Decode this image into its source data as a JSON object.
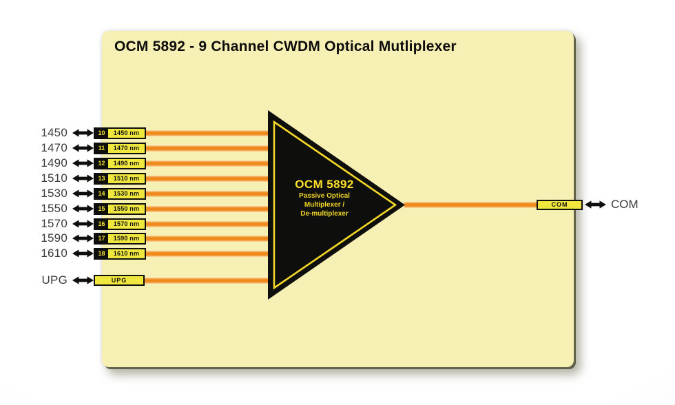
{
  "title": "OCM 5892 - 9 Channel CWDM Optical Mutliplexer",
  "triangle": {
    "heading": "OCM 5892",
    "sub_line1": "Passive Optical",
    "sub_line2": "Multiplexer /",
    "sub_line3": "De-multiplexer"
  },
  "channels": [
    {
      "label": "1450",
      "channel": "10",
      "wavelength": "1450 nm"
    },
    {
      "label": "1470",
      "channel": "11",
      "wavelength": "1470 nm"
    },
    {
      "label": "1490",
      "channel": "12",
      "wavelength": "1490 nm"
    },
    {
      "label": "1510",
      "channel": "13",
      "wavelength": "1510 nm"
    },
    {
      "label": "1530",
      "channel": "14",
      "wavelength": "1530 nm"
    },
    {
      "label": "1550",
      "channel": "15",
      "wavelength": "1550 nm"
    },
    {
      "label": "1570",
      "channel": "16",
      "wavelength": "1570 nm"
    },
    {
      "label": "1590",
      "channel": "17",
      "wavelength": "1590 nm"
    },
    {
      "label": "1610",
      "channel": "18",
      "wavelength": "1610 nm"
    }
  ],
  "upg": {
    "label": "UPG",
    "box_label": "UPG"
  },
  "com": {
    "box_label": "COM",
    "label": "COM"
  },
  "icons": {
    "double_arrow": "bidirectional-arrow"
  },
  "colors": {
    "panel_background": "#f7f0b4",
    "panel_edge": "#5f5e47",
    "port_box_yellow": "#f0e73e",
    "fiber_orange": "#ee8412",
    "fiber_glow": "#f9dda9",
    "triangle_black": "#0e0e0c",
    "triangle_yellow_text": "#ffe02b",
    "triangle_yellow_outline": "#f2d728",
    "label_gray": "#3d3c3c",
    "title_black": "#0c0c0c"
  }
}
